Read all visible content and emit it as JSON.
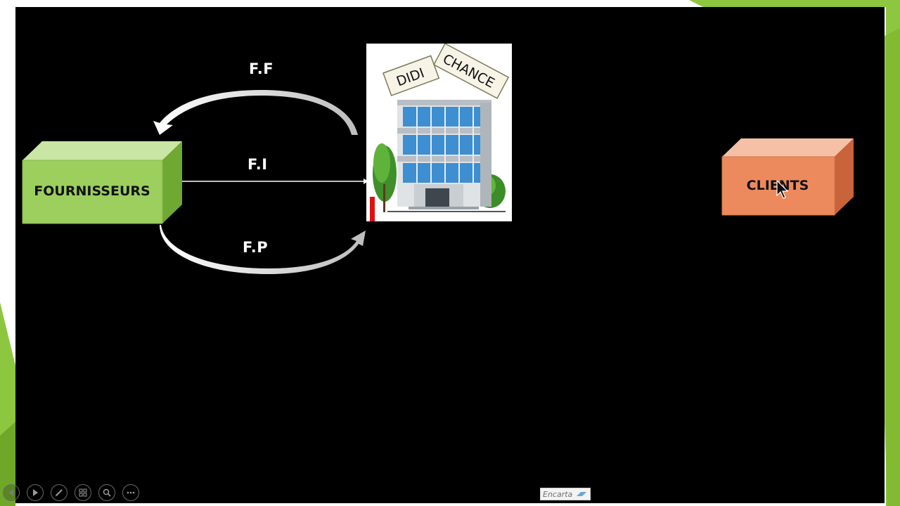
{
  "slide": {
    "suppliers_label": "FOURNISSEURS",
    "clients_label": "CLIENTS",
    "building_sign_left": "DIDI",
    "building_sign_right": "CHANCE",
    "flows": {
      "top": "F.F",
      "middle": "F.I",
      "bottom": "F.P"
    }
  },
  "watermark": {
    "text": "Encarta"
  },
  "colors": {
    "slide_bg": "#000000",
    "green_box": "#9ccf5e",
    "orange_box": "#ec8a5e",
    "accent_green": "#8dc63f"
  },
  "toolbar": {
    "icons": [
      "previous-icon",
      "play-icon",
      "pen-icon",
      "slides-icon",
      "zoom-icon",
      "more-icon"
    ]
  }
}
